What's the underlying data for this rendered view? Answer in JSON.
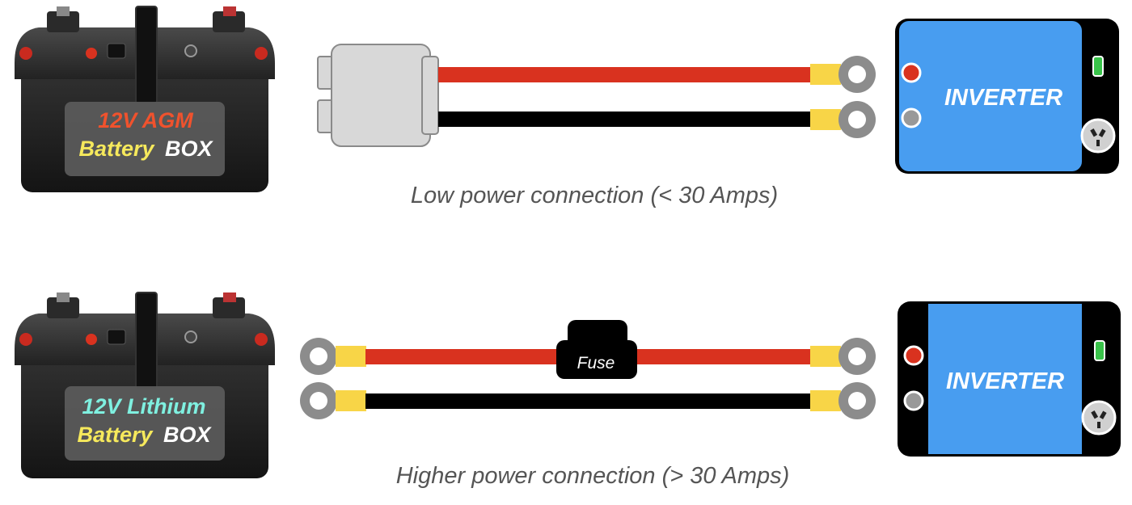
{
  "diagram": {
    "top": {
      "battery": {
        "line1": "12V AGM",
        "line2_a": "Battery",
        "line2_b": "BOX"
      },
      "inverter_label": "INVERTER",
      "caption": "Low power connection (< 30 Amps)"
    },
    "bottom": {
      "battery": {
        "line1": "12V Lithium",
        "line2_a": "Battery",
        "line2_b": "BOX"
      },
      "fuse_label": "Fuse",
      "inverter_label": "INVERTER",
      "caption": "Higher power connection (> 30 Amps)"
    }
  },
  "colors": {
    "positive_cable": "#d9321f",
    "negative_cable": "#000000",
    "lug_sleeve": "#f8d547",
    "ring_terminal": "#8c8c8c",
    "inverter_body": "#489df0",
    "agm_label": "#f0522d",
    "lithium_label": "#7ff0e0",
    "battery_word": "#f6e95c"
  },
  "icons": [
    "battery-box-icon",
    "anderson-plug-icon",
    "ring-terminal-icon",
    "fuse-icon",
    "inverter-icon",
    "power-outlet-icon"
  ]
}
